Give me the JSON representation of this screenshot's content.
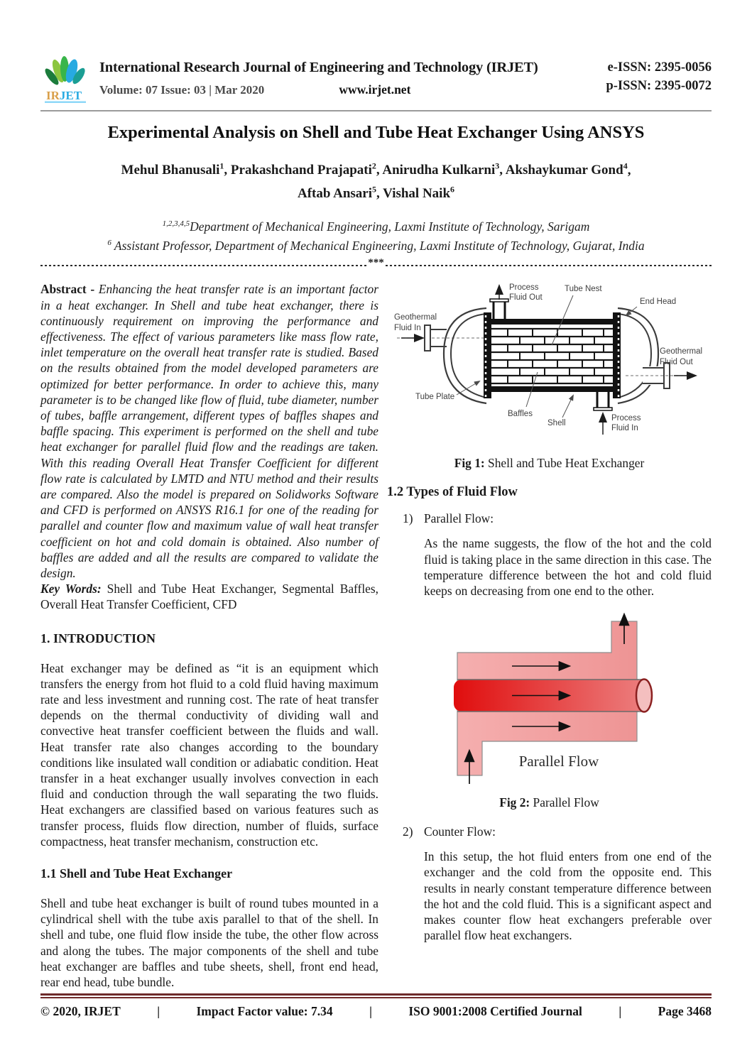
{
  "header": {
    "journal_title": "International Research Journal of Engineering and Technology (IRJET)",
    "volume_line": "Volume: 07 Issue: 03 | Mar 2020",
    "website": "www.irjet.net",
    "e_issn": "e-ISSN: 2395-0056",
    "p_issn": "p-ISSN: 2395-0072",
    "logo": {
      "ir": "IR",
      "jet": "JET"
    }
  },
  "paper": {
    "title": "Experimental Analysis on Shell and Tube Heat Exchanger Using ANSYS",
    "authors_line1": [
      {
        "t": "Mehul Bhanusali",
        "s": "1"
      },
      {
        "t": ", Prakashchand Prajapati",
        "s": "2"
      },
      {
        "t": ", Anirudha Kulkarni",
        "s": "3"
      },
      {
        "t": ", Akshaykumar Gond",
        "s": "4"
      },
      {
        "t": ","
      }
    ],
    "authors_line2": [
      {
        "t": "Aftab Ansari",
        "s": "5"
      },
      {
        "t": ", Vishal Naik",
        "s": "6"
      }
    ],
    "affil1_sup": "1,2,3,4,5",
    "affil1": "Department of Mechanical Engineering, Laxmi Institute of Technology, Sarigam",
    "affil2_sup": "6",
    "affil2": " Assistant Professor, Department of Mechanical Engineering, Laxmi Institute of Technology, Gujarat, India",
    "separator_stars": "***"
  },
  "left_column": {
    "abstract_label": "Abstract - ",
    "abstract_text": "Enhancing the heat transfer rate is an important factor in a heat exchanger. In Shell and tube heat exchanger, there is continuously requirement on improving the performance and effectiveness. The effect of various parameters like mass flow rate, inlet temperature on the overall heat transfer rate is studied. Based on the results obtained from the model developed parameters are optimized for better performance. In order to achieve this, many parameter is to be changed like flow of fluid, tube diameter, number of tubes, baffle arrangement, different types of baffles shapes and baffle spacing. This experiment is performed on the shell and tube heat exchanger for parallel fluid flow and the readings are taken. With this reading Overall Heat Transfer Coefficient for different flow rate is calculated by LMTD and NTU method and their results are compared. Also the model is prepared on Solidworks Software and CFD is performed on ANSYS R16.1 for one of the reading for parallel and counter flow and maximum value of wall heat transfer coefficient on hot and cold domain is obtained. Also number of baffles are added and all the results are compared to validate the design.",
    "keywords_label": "Key Words:  ",
    "keywords_text": "Shell and Tube Heat Exchanger, Segmental Baffles, Overall Heat Transfer Coefficient, CFD",
    "section1_heading": "1. INTRODUCTION",
    "section1_text": "Heat exchanger may be defined as “it is an equipment which transfers the energy from hot fluid to a cold fluid having maximum rate and less investment and running cost. The rate of heat transfer depends on the thermal conductivity of dividing wall and convective heat transfer coefficient between the fluids and wall.  Heat transfer rate also changes according to the boundary conditions like insulated wall condition or adiabatic condition. Heat transfer in a heat exchanger usually involves convection in each fluid and conduction through the wall separating the two fluids. Heat exchangers are classified based on various features such as transfer process, fluids flow direction, number of fluids, surface compactness, heat transfer mechanism, construction etc.",
    "section11_heading": "1.1 Shell and Tube Heat Exchanger",
    "section11_text": "Shell and tube heat exchanger is built of round tubes mounted in a cylindrical shell with the tube axis parallel to that of the shell. In shell and tube, one fluid flow inside the tube, the other flow across and along the tubes. The major components of the shell and tube heat exchanger are baffles and tube sheets, shell, front end head, rear end head, tube bundle."
  },
  "right_column": {
    "fig1": {
      "caption_label": "Fig 1:",
      "caption_text": " Shell and Tube Heat Exchanger",
      "labels": {
        "process_out_1": "Process",
        "process_out_2": "Fluid Out",
        "tube_nest": "Tube Nest",
        "end_head": "End Head",
        "geo_in_1": "Geothermal",
        "geo_in_2": "Fluid In",
        "geo_out_1": "Geothermal",
        "geo_out_2": "Fluid Out",
        "tube_plate": "Tube Plate",
        "baffles": "Baffles",
        "shell": "Shell",
        "process_in_1": "Process",
        "process_in_2": "Fluid In"
      }
    },
    "section12_heading": "1.2 Types of Fluid Flow",
    "item1_num": "1)",
    "item1_title": "Parallel Flow:",
    "item1_text": "As the name suggests, the flow of the hot and the cold fluid is taking place in the same direction in this case. The temperature difference between the hot and cold fluid keeps on decreasing from one end to the other.",
    "fig2": {
      "label": "Parallel Flow",
      "caption_label": "Fig 2:",
      "caption_text": " Parallel Flow",
      "colors": {
        "shell": "#F5AFAF",
        "shell_dark": "#EE9494",
        "tube_dark": "#E00D0D",
        "tube_light": "#EC7E7E",
        "tube_end": "#F4BFBF",
        "tube_end_stroke": "#8B2020"
      }
    },
    "item2_num": "2)",
    "item2_title": "Counter Flow:",
    "item2_text": "In this setup, the hot fluid enters from one end of the exchanger and the cold from the opposite end. This results in nearly constant temperature difference between the hot and the cold fluid. This is a significant aspect and makes counter flow heat exchangers preferable over parallel flow heat exchangers."
  },
  "footer": {
    "copyright": "© 2020, IRJET",
    "impact": "Impact Factor value: 7.34",
    "iso": "ISO 9001:2008 Certified Journal",
    "page": "Page 3468",
    "separator": "|",
    "line_color": "#6e2b2b"
  }
}
